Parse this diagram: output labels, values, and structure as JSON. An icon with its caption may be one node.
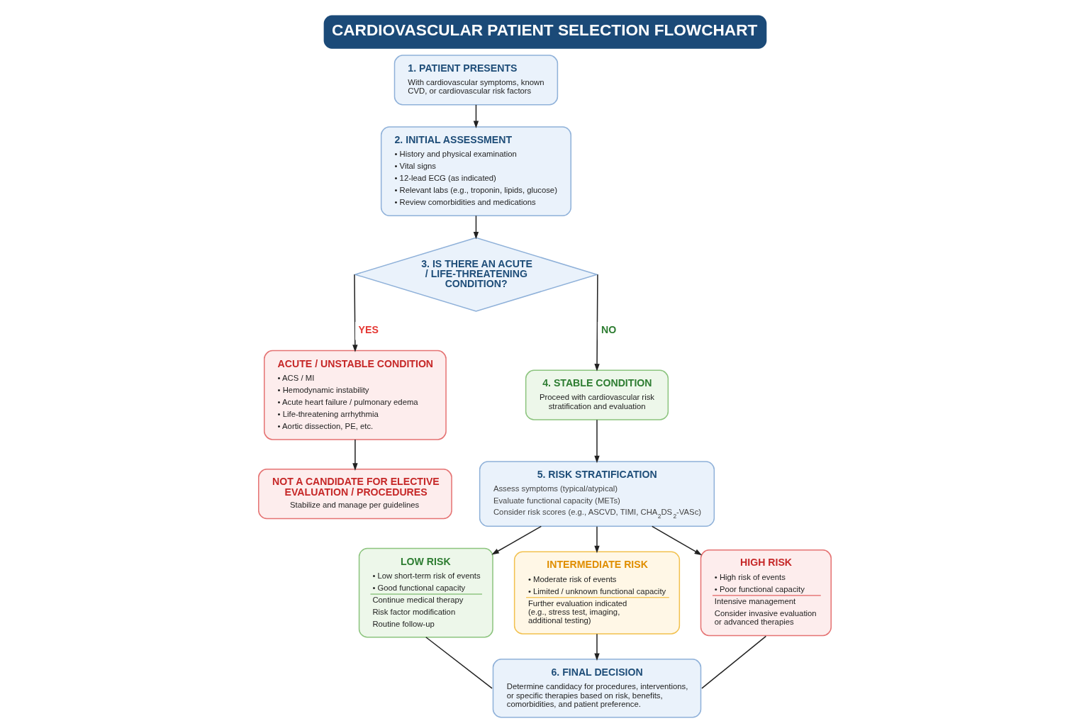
{
  "diagram": {
    "title": "CARDIOVASCULAR PATIENT SELECTION FLOWCHART",
    "nodes": [
      {
        "text": [
          "1. PATIENT PRESENTS",
          "With cardiovascular symptoms, known CVD, or cardiovascular risk factors"
        ]
      },
      {
        "text": [
          "2. INITIAL ASSESSMENT",
          "• History and physical examination",
          "• Vital signs",
          "• 12-lead ECG (as indicated)",
          "• Relevant labs (e.g., troponin, lipids, glucose)",
          "• Review comorbidities and medications"
        ]
      },
      {
        "text": [
          "3. IS THERE AN ACUTE / LIFE-THREATENING CONDITION?"
        ]
      },
      {
        "text": [
          "ACUTE / UNSTABLE CONDITION",
          "• ACS / MI",
          "• Hemodynamic instability",
          "• Acute heart failure / pulmonary edema",
          "• Life-threatening arrhythmia",
          "• Aortic dissection, PE, etc."
        ]
      },
      {
        "text": [
          "4. STABLE CONDITION",
          "Proceed with cardiovascular risk stratification and evaluation"
        ]
      },
      {
        "text": [
          "5. RISK STRATIFICATION",
          "Assess symptoms (typical/atypical)",
          "Evaluate functional capacity (METs)",
          "Consider risk scores (e.g., ASCVD, TIMI, CHA$_{2}$DS$_{2}$-VASc)"
        ]
      },
      {
        "text": [
          "NOT A CANDIDATE FOR ELECTIVE EVALUATION / PROCEDURES",
          "Stabilize and manage per guidelines"
        ]
      },
      {
        "text": [
          "LOW RISK",
          "• Low short-term risk of events",
          "• Good functional capacity",
          "Continue medical therapy",
          "Risk factor modification",
          "Routine follow-up"
        ]
      },
      {
        "text": [
          "INTERMEDIATE RISK",
          "• Moderate risk of events",
          "• Limited / unknown functional capacity",
          "Further evaluation indicated (e.g., stress test, imaging, additional testing)"
        ]
      },
      {
        "text": [
          "HIGH RISK",
          "• High risk of events",
          "• Poor functional capacity",
          "Intensive management",
          "Consider invasive evaluation or advanced therapies"
        ]
      },
      {
        "text": [
          "6. FINAL DECISION",
          "Determine candidacy for procedures, interventions, or specific therapies based on risk, benefits, comorbidities, and patient preference."
        ]
      }
    ],
    "edges": [
      {
        "from": 0,
        "to": 1,
        "arrow": "to"
      },
      {
        "from": 1,
        "to": 2,
        "arrow": "to"
      },
      {
        "from": 2,
        "to": 3,
        "arrow": "to",
        "label": "YES"
      },
      {
        "from": 2,
        "to": 4,
        "arrow": "to",
        "label": "NO"
      },
      {
        "from": 3,
        "to": 6,
        "arrow": "to"
      },
      {
        "from": 4,
        "to": 5,
        "arrow": "to"
      },
      {
        "from": 5,
        "to": 7,
        "arrow": "to"
      },
      {
        "from": 5,
        "to": 8,
        "arrow": "to"
      },
      {
        "from": 5,
        "to": 9,
        "arrow": "to"
      },
      {
        "from": 7,
        "to": 10,
        "arrow": "none"
      },
      {
        "from": 8,
        "to": 10,
        "arrow": "to"
      },
      {
        "from": 9,
        "to": 10,
        "arrow": "none"
      }
    ]
  }
}
